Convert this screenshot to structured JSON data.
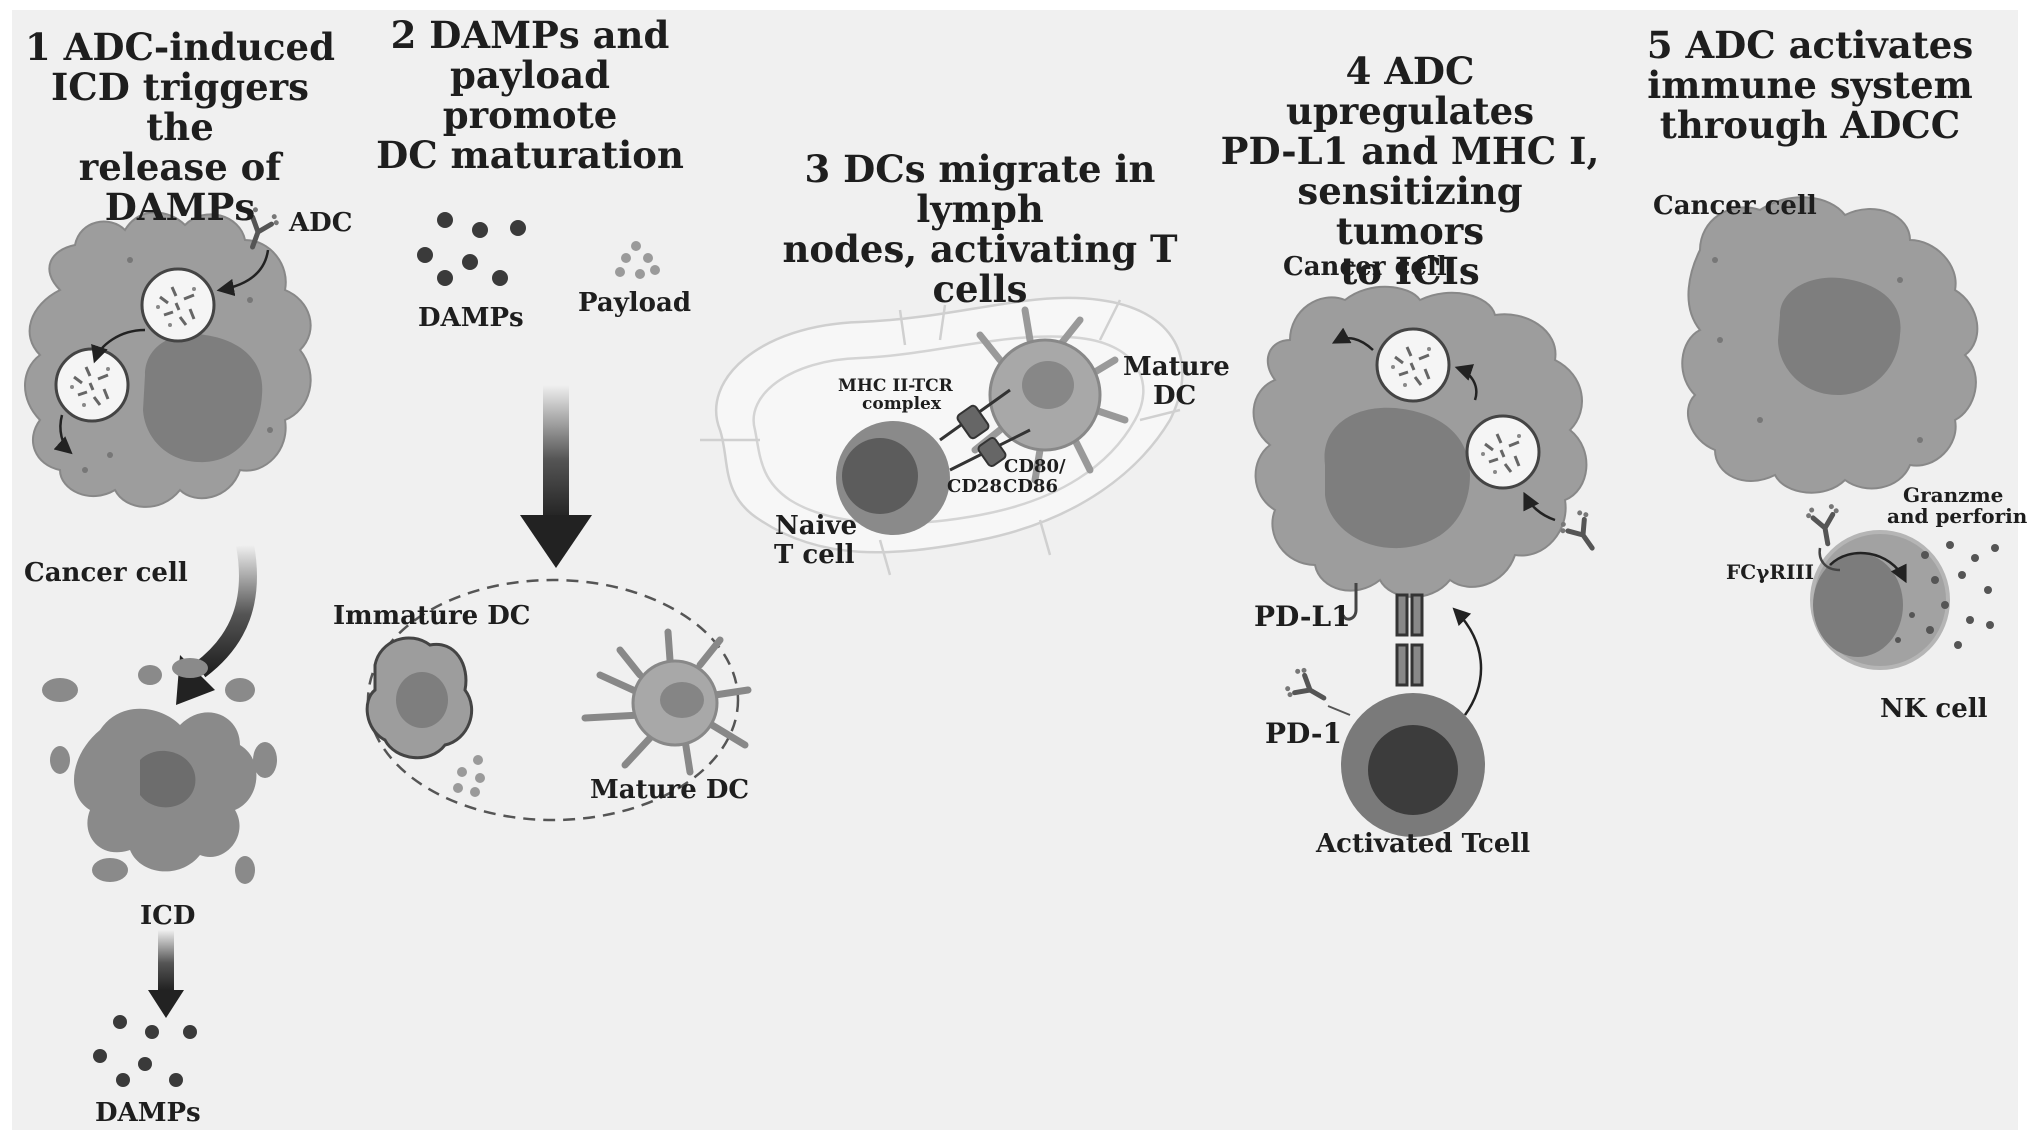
{
  "panels": [
    {
      "id": "p1",
      "title_lines": [
        "1 ADC-induced",
        "ICD triggers the",
        "release of DAMPs"
      ]
    },
    {
      "id": "p2",
      "title_lines": [
        "2  DAMPs and",
        "payload promote",
        "DC maturation"
      ]
    },
    {
      "id": "p3",
      "title_lines": [
        "3 DCs migrate in lymph",
        "nodes, activating T cells"
      ]
    },
    {
      "id": "p4",
      "title_lines": [
        "4  ADC upregulates",
        "PD-L1 and MHC I,",
        "sensitizing tumors",
        "to ICIs"
      ]
    },
    {
      "id": "p5",
      "title_lines": [
        "5  ADC activates",
        "immune system",
        "through ADCC"
      ]
    }
  ],
  "labels": {
    "p1_adc": "ADC",
    "p1_cancer_cell": "Cancer cell",
    "p1_icd": "ICD",
    "p1_damps": "DAMPs",
    "p2_damps": "DAMPs",
    "p2_payload": "Payload",
    "p2_immature_dc": "Immature DC",
    "p2_mature_dc": "Mature DC",
    "p3_mhc_tcr_1": "MHC II-TCR",
    "p3_mhc_tcr_2": "complex",
    "p3_mature_dc_1": "Mature",
    "p3_mature_dc_2": "DC",
    "p3_cd80_1": "CD80/",
    "p3_cd80_2": "CD86",
    "p3_cd28": "CD28",
    "p3_naive_1": "Naive",
    "p3_naive_2": "T cell",
    "p4_cancer_cell": "Cancer cell",
    "p4_pdl1": "PD-L1",
    "p4_pd1": "PD-1",
    "p4_activated": "Activated Tcell",
    "p5_cancer_cell": "Cancer cell",
    "p5_granzyme_1": "Granzme",
    "p5_granzyme_2": "and perforin",
    "p5_fcr": "FCγRIII",
    "p5_nk": "NK cell"
  },
  "colors": {
    "background": "#f0f0f0",
    "cell_body": "#9d9d9d",
    "nucleus": "#7e7e7e",
    "dark": "#3a3a3a",
    "vesicle": "#f4f4f4"
  }
}
